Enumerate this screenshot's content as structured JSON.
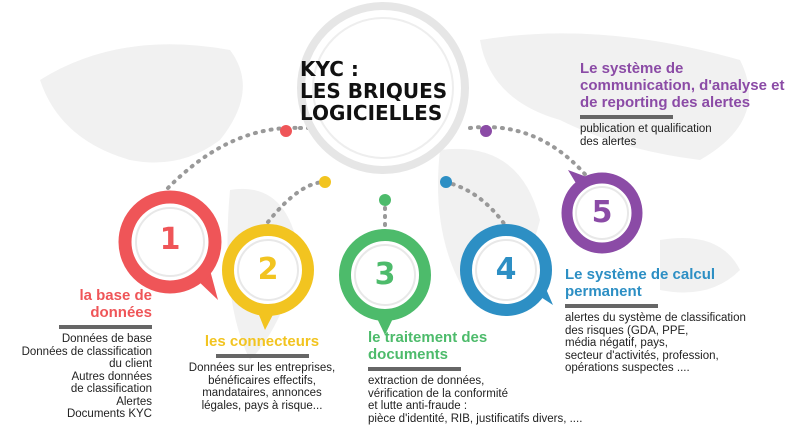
{
  "title": "KYC :\nLES BRIQUES\nLOGICIELLES",
  "colors": {
    "red": "#ef5558",
    "yellow": "#f2c420",
    "green": "#4dbb6b",
    "blue": "#2d8fc4",
    "purple": "#8b4ba6",
    "bar": "#666666"
  },
  "steps": [
    {
      "number": "1",
      "title": "la base de données",
      "body": [
        "Données de base",
        "Données de classification",
        "du client",
        "Autres données",
        "de classification",
        "Alertes",
        "Documents KYC"
      ]
    },
    {
      "number": "2",
      "title": "les connecteurs",
      "body": [
        "Données sur les entreprises,",
        "bénéficaires effectifs,",
        "mandataires, annonces",
        "légales, pays à risque..."
      ]
    },
    {
      "number": "3",
      "title": "le traitement des documents",
      "body": [
        "extraction de données,",
        "vérification de la conformité",
        "et lutte anti-fraude :",
        "pièce d'identité, RIB, justificatifs divers, ...."
      ]
    },
    {
      "number": "4",
      "title": "Le système de calcul permanent",
      "body": [
        "alertes du système de classification",
        "des risques (GDA, PPE,",
        "média négatif, pays,",
        "secteur d'activités, profession,",
        "opérations suspectes ...."
      ]
    },
    {
      "number": "5",
      "title": "Le système de communication, d'analyse et de reporting des alertes",
      "body": [
        "publication et qualification",
        "des alertes"
      ]
    }
  ]
}
